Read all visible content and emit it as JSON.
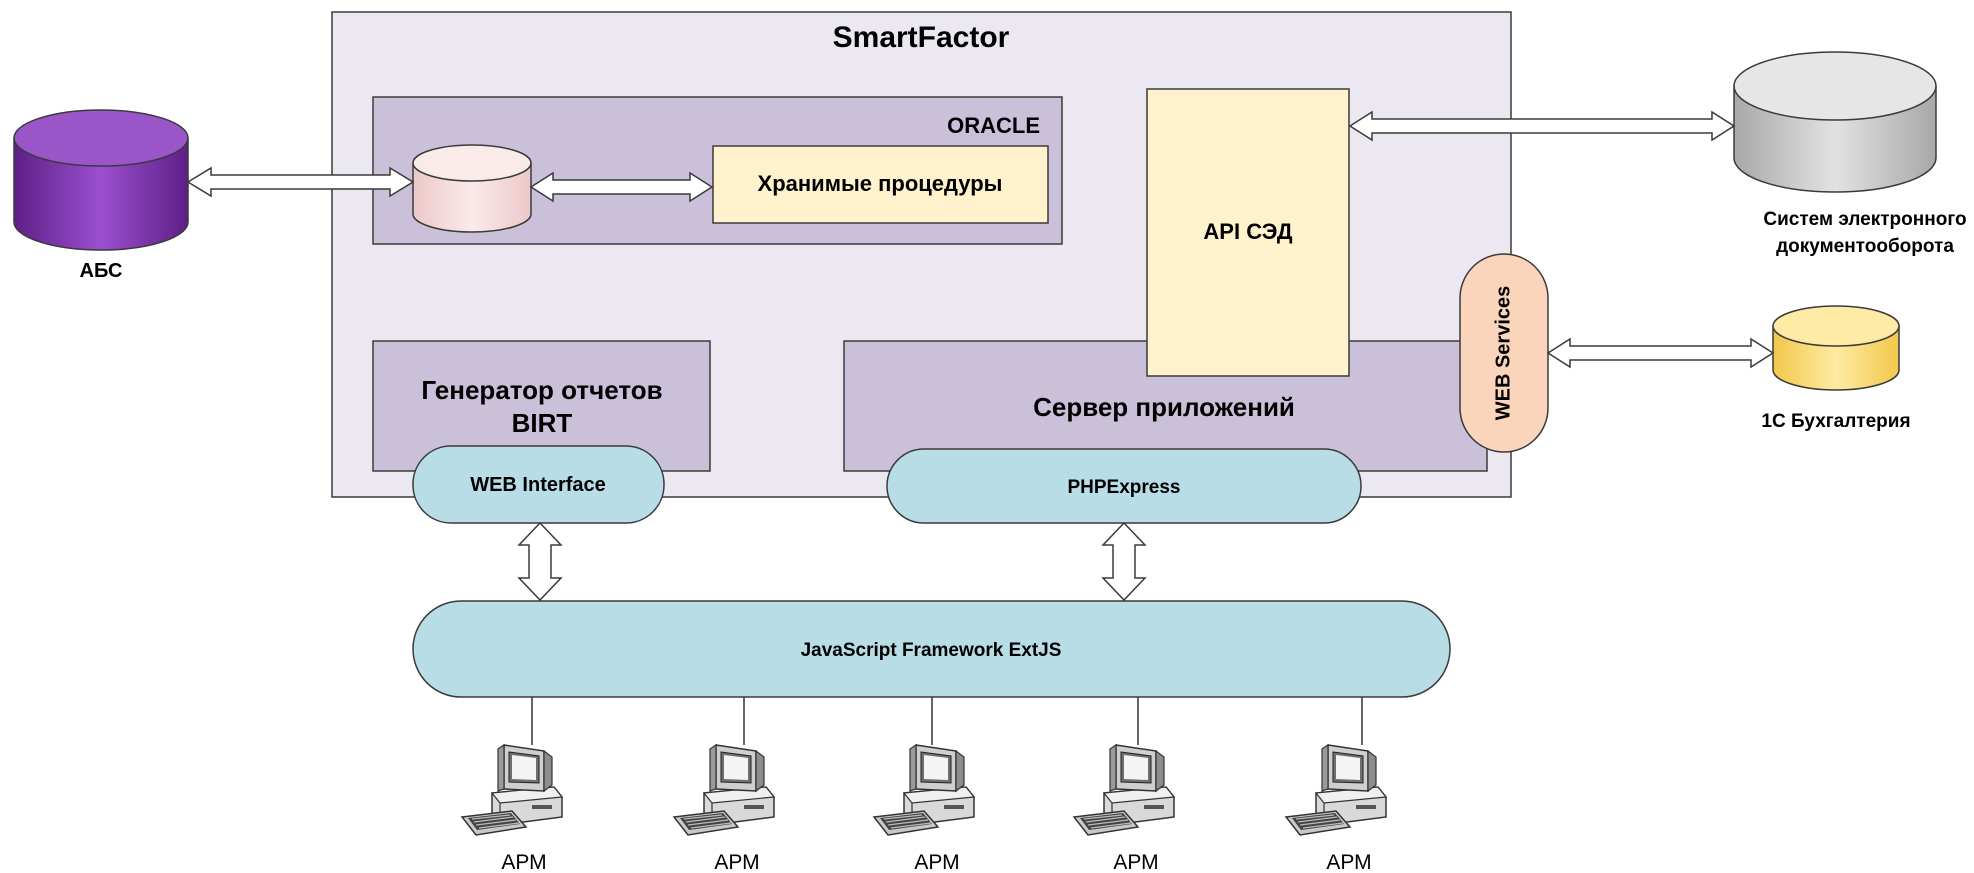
{
  "diagram": {
    "title": "SmartFactor",
    "oracle": {
      "label": "ORACLE",
      "stored_procedures": "Хранимые процедуры"
    },
    "api_sed": "API СЭД",
    "report_generator": {
      "line1": "Генератор отчетов",
      "line2": "BIRT"
    },
    "app_server": "Сервер приложений",
    "web_services": "WEB Services",
    "web_interface": "WEB Interface",
    "phpexpress": "PHPExpress",
    "extjs": "JavaScript Framework ExtJS",
    "abs": "АБС",
    "sed_system": {
      "line1": "Систем электронного",
      "line2": "документооборота"
    },
    "accounting": "1С Бухгалтерия",
    "workstations": [
      "АРМ",
      "АРМ",
      "АРМ",
      "АРМ",
      "АРМ"
    ]
  },
  "colors": {
    "frame_fill": "#ece8f1",
    "purple_box": "#cbc0da",
    "cream": "#fff2cc",
    "light_blue": "#b8dde7",
    "peach": "#fad4bb",
    "purple_db": "#8e44bd",
    "gray_db": "#d5d5d5",
    "yellow_db": "#fde48f",
    "pink_db": "#f7dfe0"
  }
}
